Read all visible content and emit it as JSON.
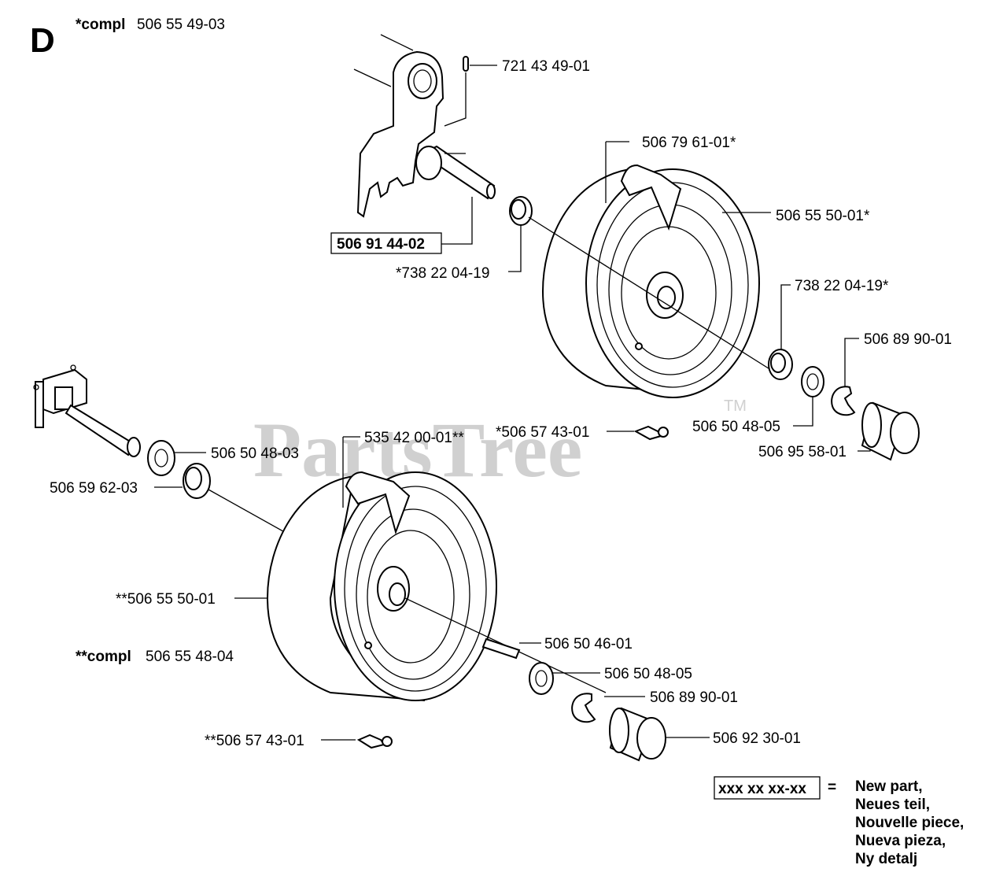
{
  "section_letter": "D",
  "compl_top": {
    "prefix": "*compl",
    "number": "506 55 49-03"
  },
  "compl_bottom": {
    "prefix": "**compl",
    "number": "506 55 48-04"
  },
  "watermark": {
    "text": "PartsTree",
    "tm": "TM"
  },
  "labels": {
    "p721": "721 43 49-01",
    "p50679": "506 79 61-01*",
    "p50655_top": "506 55 50-01*",
    "p50691": "506 91 44-02",
    "p738_a": "*738 22 04-19",
    "p738_b": "738 22 04-19*",
    "p50689_top": "506 89 90-01",
    "p50650_05_top": "506 50 48-05",
    "p50695": "506 95 58-01",
    "p50657_top": "*506 57 43-01",
    "p535": "535 42 00-01**",
    "p50650_03": "506 50 48-03",
    "p50659": "506 59 62-03",
    "p50655_bot": "**506 55 50-01",
    "p50650_46": "506 50 46-01",
    "p50650_05_bot": "506 50 48-05",
    "p50689_bot": "506 89 90-01",
    "p50692": "506 92 30-01",
    "p50657_bot": "**506 57 43-01"
  },
  "legend": {
    "box": "xxx xx xx-xx",
    "equals": "=",
    "lines": [
      "New part,",
      "Neues teil,",
      "Nouvelle piece,",
      "Nueva pieza,",
      "Ny detalj"
    ]
  }
}
